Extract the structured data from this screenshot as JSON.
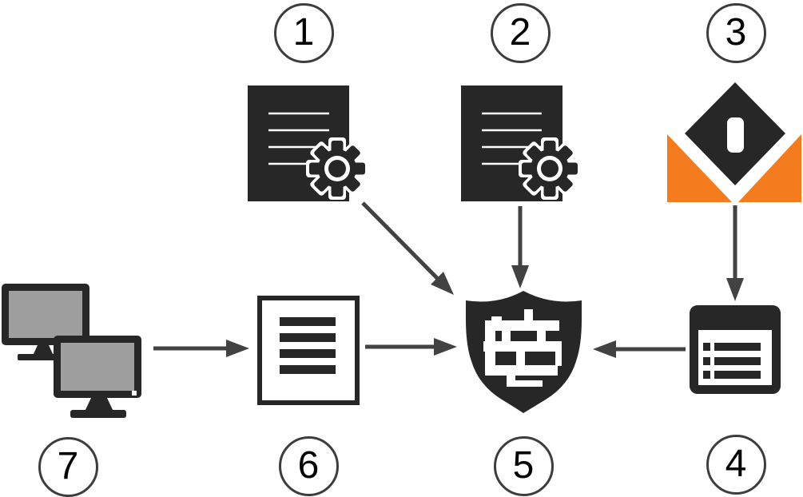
{
  "diagram": {
    "type": "flow-diagram",
    "background": "#ffffff",
    "colors": {
      "icon_dark": "#272727",
      "orange": "#f57c1e",
      "arrow": "#424242",
      "screen_gray": "#9e9e9e",
      "badge_border": "#3d3d3d",
      "badge_text": "#000000"
    },
    "nodes": [
      {
        "label": "1",
        "icon": "document-gear-icon"
      },
      {
        "label": "2",
        "icon": "document-gear-icon"
      },
      {
        "label": "3",
        "icon": "diamond-banner-icon"
      },
      {
        "label": "4",
        "icon": "list-window-icon"
      },
      {
        "label": "5",
        "icon": "firewall-shield-icon"
      },
      {
        "label": "6",
        "icon": "document-list-icon"
      },
      {
        "label": "7",
        "icon": "workstations-icon"
      }
    ],
    "edges": [
      {
        "from": "1",
        "to": "5"
      },
      {
        "from": "2",
        "to": "5"
      },
      {
        "from": "3",
        "to": "4"
      },
      {
        "from": "4",
        "to": "5"
      },
      {
        "from": "6",
        "to": "5"
      },
      {
        "from": "7",
        "to": "6"
      }
    ]
  }
}
